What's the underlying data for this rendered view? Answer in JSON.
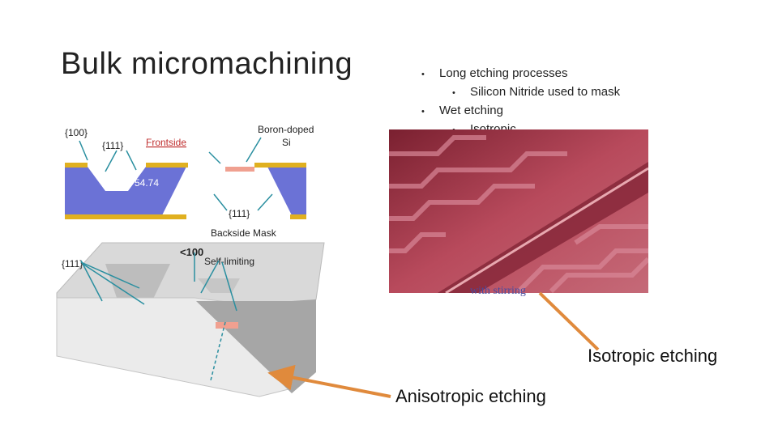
{
  "slide": {
    "title": "Bulk micromachining",
    "bullets": [
      {
        "level": 1,
        "text": "Long etching processes"
      },
      {
        "level": 2,
        "text": "Silicon Nitride used to mask"
      },
      {
        "level": 1,
        "text": "Wet etching"
      },
      {
        "level": 2,
        "text": "Isotropic"
      }
    ],
    "bullet_glyph": "•",
    "label_isotropic": "Isotropic etching",
    "label_anisotropic": "Anisotropic etching",
    "photo_caption_fragment": "with stirring"
  },
  "cross_section": {
    "plane_label": "{100}",
    "wall_label_top": "{111}",
    "frontside_label": "Frontside",
    "boron_label_line1": "Boron-doped",
    "boron_label_line2": "Si",
    "angle_label": "54.74",
    "wall_label_bottom": "{111}",
    "backside_label": "Backside Mask"
  },
  "block_3d": {
    "wall_label": "{111}",
    "direction_label": "<100",
    "self_limiting_label": "Self-limiting"
  },
  "colors": {
    "silicon": "#6b72d6",
    "mask": "#e0b020",
    "boron": "#f0a090",
    "arrow_teal": "#2a8fa0",
    "pointer_orange": "#e08a3c",
    "photo_base": "#a83a4c"
  }
}
